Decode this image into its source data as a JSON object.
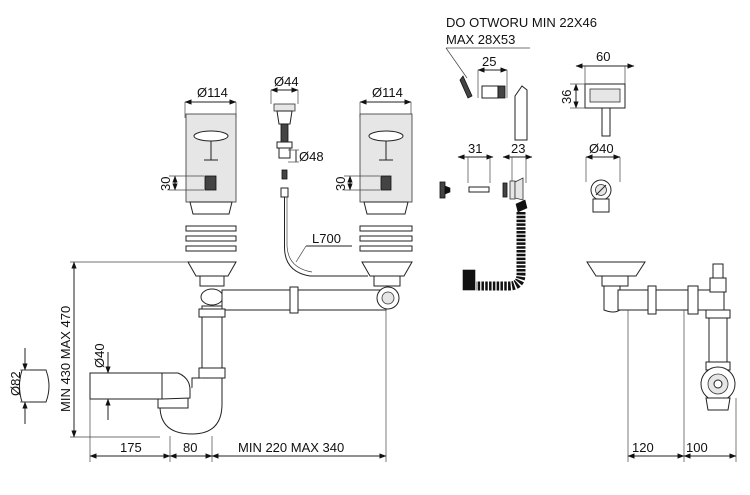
{
  "dimensions": {
    "basket_left": "Ø114",
    "basket_right": "Ø114",
    "overflow_top": "Ø44",
    "overflow_mid": "Ø48",
    "basket_height_left": "30",
    "basket_height_right": "30",
    "cable": "L700",
    "hole_line1": "DO OTWORU MIN 22X46",
    "hole_line2": "MAX 28X53",
    "overflow_25": "25",
    "overflow_60": "60",
    "overflow_36": "36",
    "overflow_31": "31",
    "overflow_23": "23",
    "overflow_40": "Ø40",
    "outlet_82": "Ø82",
    "outlet_40": "Ø40",
    "vertical_range": "MIN 430 MAX 470",
    "bottom_175": "175",
    "bottom_80": "80",
    "bottom_range": "MIN 220 MAX 340",
    "side_120": "120",
    "side_100": "100"
  }
}
